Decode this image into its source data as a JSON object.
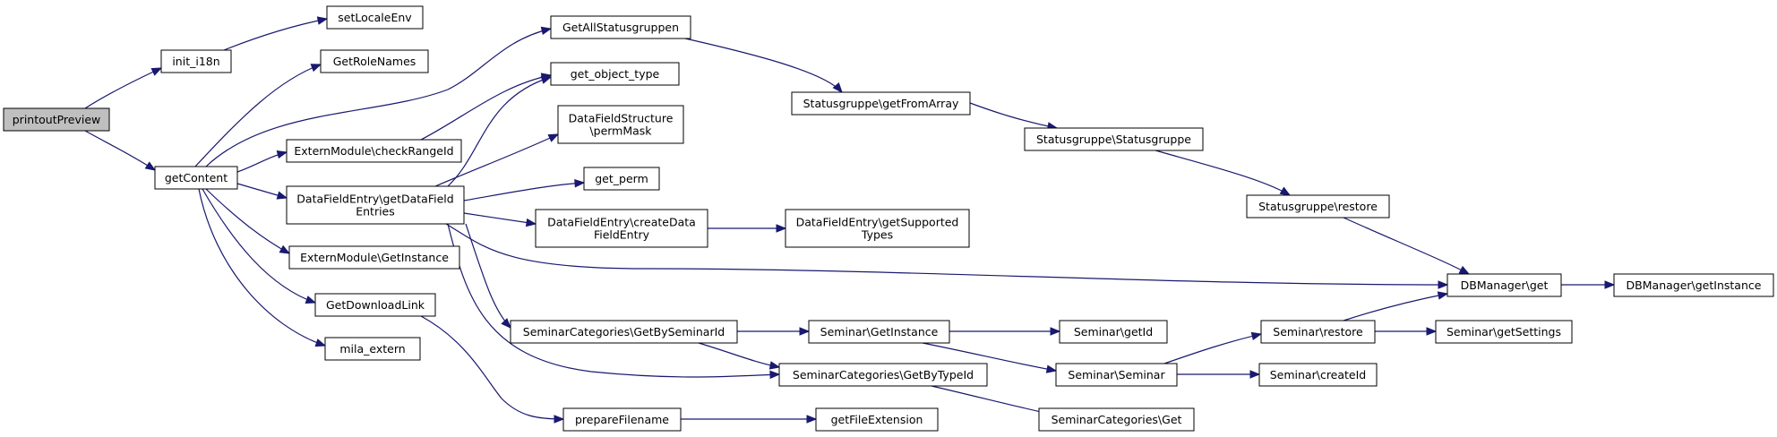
{
  "colors": {
    "edge": "#191970",
    "root_fill": "#bfbfbf",
    "node_fill": "#ffffff",
    "node_border": "#000000"
  },
  "nodes": [
    {
      "id": "printoutPreview",
      "lines": [
        "printoutPreview"
      ],
      "root": true
    },
    {
      "id": "init_i18n",
      "lines": [
        "init_i18n"
      ]
    },
    {
      "id": "getContent",
      "lines": [
        "getContent"
      ]
    },
    {
      "id": "setLocaleEnv",
      "lines": [
        "setLocaleEnv"
      ]
    },
    {
      "id": "GetRoleNames",
      "lines": [
        "GetRoleNames"
      ]
    },
    {
      "id": "GetAllStatusgruppen",
      "lines": [
        "GetAllStatusgruppen"
      ]
    },
    {
      "id": "get_object_type",
      "lines": [
        "get_object_type"
      ]
    },
    {
      "id": "ExternModule_checkRangeId",
      "lines": [
        "ExternModule\\checkRangeId"
      ]
    },
    {
      "id": "DataFieldEntry_getDataFieldEntries",
      "lines": [
        "DataFieldEntry\\getDataField",
        "Entries"
      ]
    },
    {
      "id": "DataFieldStructure_permMask",
      "lines": [
        "DataFieldStructure",
        "\\permMask"
      ]
    },
    {
      "id": "get_perm",
      "lines": [
        "get_perm"
      ]
    },
    {
      "id": "DataFieldEntry_createDataFieldEntry",
      "lines": [
        "DataFieldEntry\\createData",
        "FieldEntry"
      ]
    },
    {
      "id": "DataFieldEntry_getSupportedTypes",
      "lines": [
        "DataFieldEntry\\getSupported",
        "Types"
      ]
    },
    {
      "id": "ExternModule_GetInstance",
      "lines": [
        "ExternModule\\GetInstance"
      ]
    },
    {
      "id": "GetDownloadLink",
      "lines": [
        "GetDownloadLink"
      ]
    },
    {
      "id": "mila_extern",
      "lines": [
        "mila_extern"
      ]
    },
    {
      "id": "Statusgruppe_getFromArray",
      "lines": [
        "Statusgruppe\\getFromArray"
      ]
    },
    {
      "id": "Statusgruppe_Statusgruppe",
      "lines": [
        "Statusgruppe\\Statusgruppe"
      ]
    },
    {
      "id": "Statusgruppe_restore",
      "lines": [
        "Statusgruppe\\restore"
      ]
    },
    {
      "id": "DBManager_get",
      "lines": [
        "DBManager\\get"
      ]
    },
    {
      "id": "DBManager_getInstance",
      "lines": [
        "DBManager\\getInstance"
      ]
    },
    {
      "id": "SeminarCategories_GetBySeminarId",
      "lines": [
        "SeminarCategories\\GetBySeminarId"
      ]
    },
    {
      "id": "Seminar_GetInstance",
      "lines": [
        "Seminar\\GetInstance"
      ]
    },
    {
      "id": "Seminar_getId",
      "lines": [
        "Seminar\\getId"
      ]
    },
    {
      "id": "Seminar_restore",
      "lines": [
        "Seminar\\restore"
      ]
    },
    {
      "id": "Seminar_getSettings",
      "lines": [
        "Seminar\\getSettings"
      ]
    },
    {
      "id": "SeminarCategories_GetByTypeId",
      "lines": [
        "SeminarCategories\\GetByTypeId"
      ]
    },
    {
      "id": "Seminar_Seminar",
      "lines": [
        "Seminar\\Seminar"
      ]
    },
    {
      "id": "Seminar_createId",
      "lines": [
        "Seminar\\createId"
      ]
    },
    {
      "id": "SeminarCategories_Get",
      "lines": [
        "SeminarCategories\\Get"
      ]
    },
    {
      "id": "prepareFilename",
      "lines": [
        "prepareFilename"
      ]
    },
    {
      "id": "getFileExtension",
      "lines": [
        "getFileExtension"
      ]
    }
  ],
  "edges": [
    {
      "from": "printoutPreview",
      "to": "init_i18n"
    },
    {
      "from": "printoutPreview",
      "to": "getContent"
    },
    {
      "from": "init_i18n",
      "to": "setLocaleEnv"
    },
    {
      "from": "getContent",
      "to": "GetRoleNames"
    },
    {
      "from": "getContent",
      "to": "GetAllStatusgruppen"
    },
    {
      "from": "getContent",
      "to": "ExternModule_checkRangeId"
    },
    {
      "from": "getContent",
      "to": "DataFieldEntry_getDataFieldEntries"
    },
    {
      "from": "getContent",
      "to": "ExternModule_GetInstance"
    },
    {
      "from": "getContent",
      "to": "GetDownloadLink"
    },
    {
      "from": "getContent",
      "to": "mila_extern"
    },
    {
      "from": "GetAllStatusgruppen",
      "to": "Statusgruppe_getFromArray"
    },
    {
      "from": "Statusgruppe_getFromArray",
      "to": "Statusgruppe_Statusgruppe"
    },
    {
      "from": "Statusgruppe_Statusgruppe",
      "to": "Statusgruppe_restore"
    },
    {
      "from": "Statusgruppe_restore",
      "to": "DBManager_get"
    },
    {
      "from": "DBManager_get",
      "to": "DBManager_getInstance"
    },
    {
      "from": "ExternModule_checkRangeId",
      "to": "get_object_type"
    },
    {
      "from": "DataFieldEntry_getDataFieldEntries",
      "to": "get_object_type"
    },
    {
      "from": "DataFieldEntry_getDataFieldEntries",
      "to": "DataFieldStructure_permMask"
    },
    {
      "from": "DataFieldEntry_getDataFieldEntries",
      "to": "get_perm"
    },
    {
      "from": "DataFieldEntry_getDataFieldEntries",
      "to": "DataFieldEntry_createDataFieldEntry"
    },
    {
      "from": "DataFieldEntry_getDataFieldEntries",
      "to": "DBManager_get"
    },
    {
      "from": "DataFieldEntry_getDataFieldEntries",
      "to": "SeminarCategories_GetBySeminarId"
    },
    {
      "from": "DataFieldEntry_getDataFieldEntries",
      "to": "SeminarCategories_GetByTypeId"
    },
    {
      "from": "DataFieldEntry_createDataFieldEntry",
      "to": "DataFieldEntry_getSupportedTypes"
    },
    {
      "from": "SeminarCategories_GetBySeminarId",
      "to": "Seminar_GetInstance"
    },
    {
      "from": "SeminarCategories_GetBySeminarId",
      "to": "SeminarCategories_GetByTypeId"
    },
    {
      "from": "Seminar_GetInstance",
      "to": "Seminar_getId"
    },
    {
      "from": "Seminar_GetInstance",
      "to": "Seminar_Seminar"
    },
    {
      "from": "Seminar_Seminar",
      "to": "Seminar_restore"
    },
    {
      "from": "Seminar_Seminar",
      "to": "Seminar_createId"
    },
    {
      "from": "Seminar_restore",
      "to": "Seminar_getSettings"
    },
    {
      "from": "Seminar_restore",
      "to": "DBManager_get"
    },
    {
      "from": "SeminarCategories_GetByTypeId",
      "to": "SeminarCategories_Get"
    },
    {
      "from": "GetDownloadLink",
      "to": "prepareFilename"
    },
    {
      "from": "prepareFilename",
      "to": "getFileExtension"
    }
  ]
}
